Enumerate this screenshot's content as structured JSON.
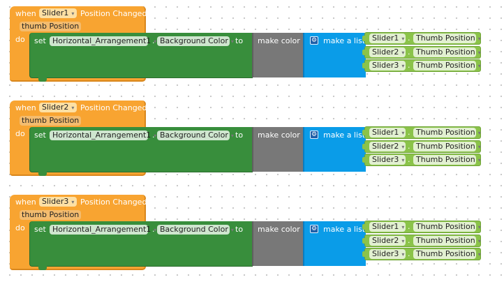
{
  "labels": {
    "when": "when",
    "position_changed": "Position Changed",
    "do": "do",
    "set": "set",
    "dot": ".",
    "to": "to",
    "make_color": "make color",
    "make_a_list": "make a list",
    "dropdown_glyph": "▾"
  },
  "icons": {
    "mutator": "gear-icon"
  },
  "colors": {
    "event": "#f8a431",
    "setter": "#388e3c",
    "color_block": "#787878",
    "list_block": "#0a9ce8",
    "getter": "#8bc34a"
  },
  "events": [
    {
      "component": "Slider1",
      "parameter": "thumb Position",
      "set_component": "Horizontal_Arrangement1",
      "set_property": "Background Color",
      "getters": [
        {
          "component": "Slider1",
          "property": "Thumb Position"
        },
        {
          "component": "Slider2",
          "property": "Thumb Position"
        },
        {
          "component": "Slider3",
          "property": "Thumb Position"
        }
      ]
    },
    {
      "component": "Slider2",
      "parameter": "thumb Position",
      "set_component": "Horizontal_Arrangement1",
      "set_property": "Background Color",
      "getters": [
        {
          "component": "Slider1",
          "property": "Thumb Position"
        },
        {
          "component": "Slider2",
          "property": "Thumb Position"
        },
        {
          "component": "Slider3",
          "property": "Thumb Position"
        }
      ]
    },
    {
      "component": "Slider3",
      "parameter": "thumb Position",
      "set_component": "Horizontal_Arrangement1",
      "set_property": "Background Color",
      "getters": [
        {
          "component": "Slider1",
          "property": "Thumb Position"
        },
        {
          "component": "Slider2",
          "property": "Thumb Position"
        },
        {
          "component": "Slider3",
          "property": "Thumb Position"
        }
      ]
    }
  ]
}
